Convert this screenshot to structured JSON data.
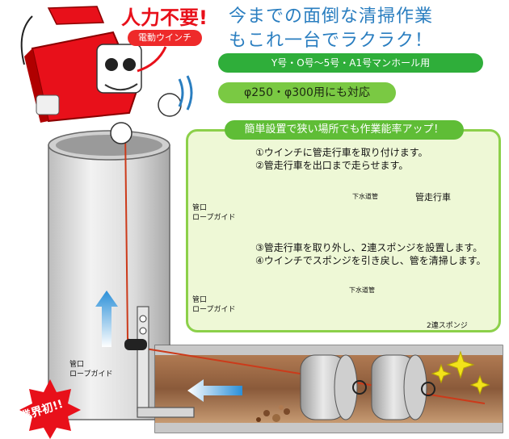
{
  "headline": {
    "emphasis": "人力不要!",
    "line1": "今までの面倒な清掃作業",
    "line2": "もこれ一台でラクラク！"
  },
  "motor_label": "電動ウインチ",
  "manhole_bar": "Y号・O号～5号・A1号マンホール用",
  "diameter_bar": "φ250・φ300用にも対応",
  "panel": {
    "header": "簡単設置で狭い場所でも作業能率アップ！",
    "step1": "①ウインチに管走行車を取り付けます。",
    "step2": "②管走行車を出口まで走らせます。",
    "step3": "③管走行車を取り外し、2連スポンジを設置します。",
    "step4": "④ウインチでスポンジを引き戻し、管を清掃します。",
    "guide_label_1a": "管口",
    "guide_label_1b": "ロープガイド",
    "guide_label_2a": "管口",
    "guide_label_2b": "ロープガイド",
    "pipe_label_1": "下水道管",
    "vehicle_label": "管走行車",
    "pipe_label_2": "下水道管",
    "sponge_label": "2連スポンジ"
  },
  "main_guide_a": "管口",
  "main_guide_b": "ロープガイド",
  "badge": "業界初!!",
  "colors": {
    "red": "#e8101a",
    "blue": "#2a7ec0",
    "green": "#2fae3a",
    "light_green": "#7ac943",
    "panel_bg": "#eef8d6"
  }
}
